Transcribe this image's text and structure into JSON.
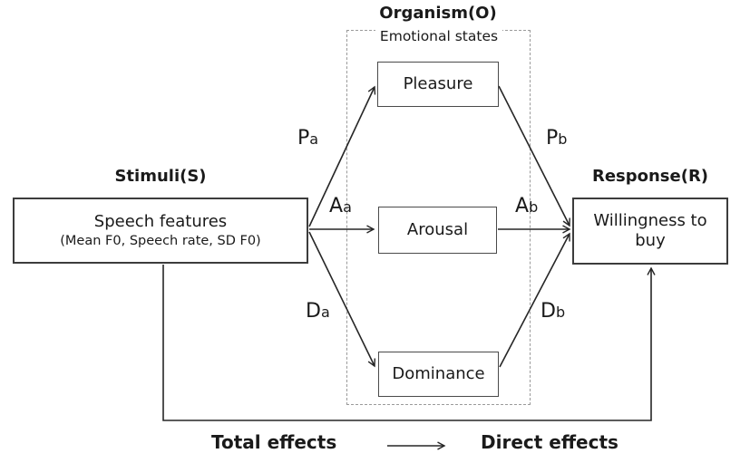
{
  "diagram": {
    "organism": {
      "title": "Organism(O)",
      "subtitle": "Emotional states"
    },
    "stimuli": {
      "title": "Stimuli(S)",
      "box_line1": "Speech features",
      "box_line2": "(Mean F0, Speech rate, SD F0)"
    },
    "response": {
      "title": "Response(R)",
      "box_text": "Willingness to buy"
    },
    "emotions": {
      "pleasure": "Pleasure",
      "arousal": "Arousal",
      "dominance": "Dominance"
    },
    "path_labels": {
      "pa": {
        "main": "P",
        "sub": "a"
      },
      "aa": {
        "main": "A",
        "sub": "a"
      },
      "da": {
        "main": "D",
        "sub": "a"
      },
      "pb": {
        "main": "P",
        "sub": "b"
      },
      "ab": {
        "main": "A",
        "sub": "b"
      },
      "db": {
        "main": "D",
        "sub": "b"
      }
    },
    "legend": {
      "total": "Total effects",
      "direct": "Direct effects"
    },
    "colors": {
      "line": "#262626",
      "box_border": "#3c3c3c",
      "dashed_border": "#9a9a9a",
      "text": "#1a1a1a",
      "background": "#ffffff"
    }
  }
}
